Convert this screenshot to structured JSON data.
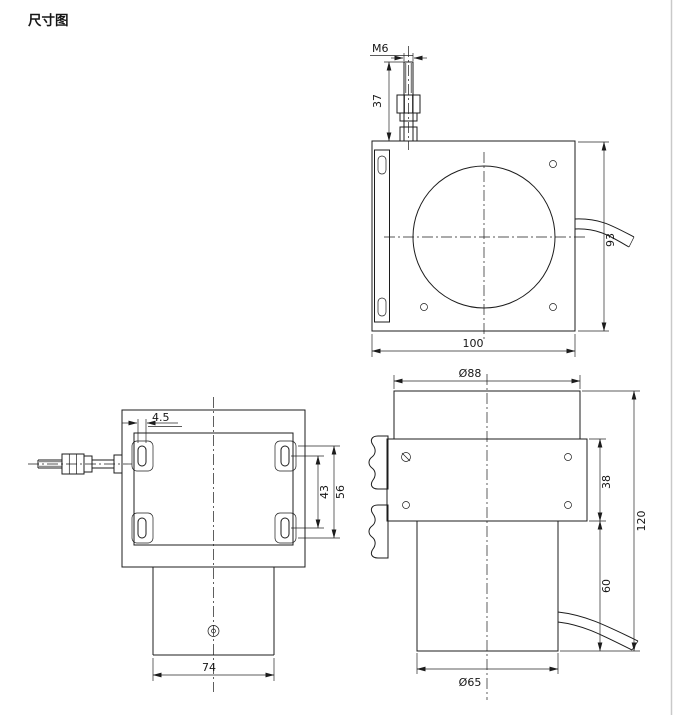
{
  "title": "尺寸图",
  "front_view": {
    "thread_label": "M6",
    "stud_height": "37",
    "body_height": "93",
    "body_width": "100"
  },
  "side_view": {
    "top_diameter": "Ø88",
    "flange_height": "38",
    "drum_height": "60",
    "total_height": "120",
    "bottom_diameter": "Ø65"
  },
  "top_view": {
    "slot_width": "4.5",
    "slot_span": "43",
    "bracket_span": "56",
    "housing_width": "74"
  },
  "colors": {
    "line": "#1c1c1c",
    "background": "#ffffff"
  }
}
